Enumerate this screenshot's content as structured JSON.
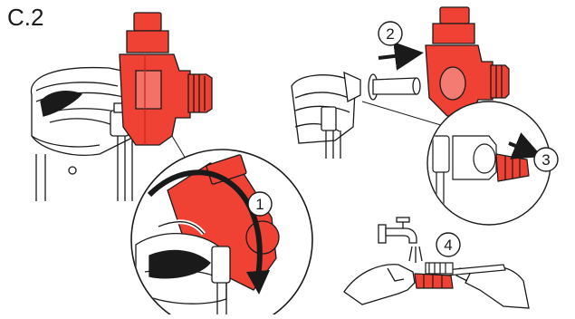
{
  "section_label": "C.2",
  "steps": [
    {
      "number": "1",
      "description": "rotate-arrow"
    },
    {
      "number": "2",
      "description": "pull-off-arrow"
    },
    {
      "number": "3",
      "description": "pull-out-arrow"
    },
    {
      "number": "4",
      "description": "brush-clean"
    }
  ],
  "colors": {
    "part_red": "#ef4234",
    "part_red_dark": "#c9291d",
    "outline": "#1a1a1a",
    "background": "#ffffff"
  },
  "icons": [
    "faucet-icon",
    "toothbrush-icon",
    "hands-icon",
    "arrow-icon",
    "magnifier-circle-icon"
  ]
}
